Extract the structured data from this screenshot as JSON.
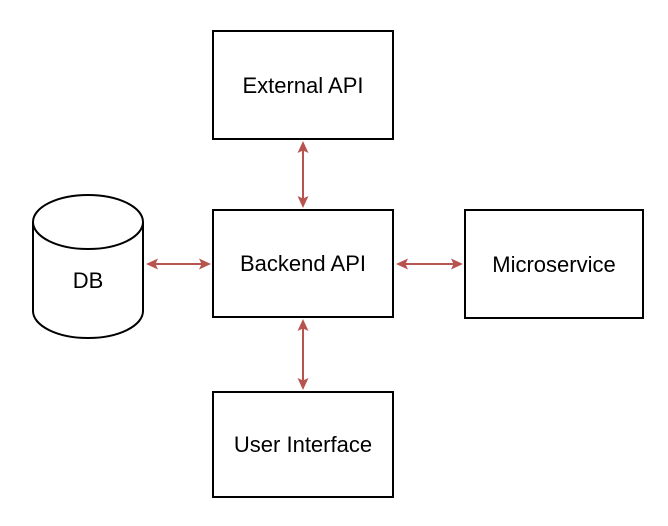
{
  "diagram": {
    "colors": {
      "background": "#ffffff",
      "node_fill": "#ffffff",
      "node_stroke": "#000000",
      "text": "#000000",
      "arrow": "#b85450"
    },
    "nodes": {
      "external_api": {
        "label": "External API",
        "shape": "rectangle"
      },
      "backend_api": {
        "label": "Backend API",
        "shape": "rectangle"
      },
      "microservice": {
        "label": "Microservice",
        "shape": "rectangle"
      },
      "user_interface": {
        "label": "User Interface",
        "shape": "rectangle"
      },
      "db": {
        "label": "DB",
        "shape": "cylinder"
      }
    },
    "edges": [
      {
        "from": "External API",
        "to": "Backend API",
        "direction": "bidirectional"
      },
      {
        "from": "DB",
        "to": "Backend API",
        "direction": "bidirectional"
      },
      {
        "from": "Backend API",
        "to": "Microservice",
        "direction": "bidirectional"
      },
      {
        "from": "Backend API",
        "to": "User Interface",
        "direction": "bidirectional"
      }
    ]
  }
}
